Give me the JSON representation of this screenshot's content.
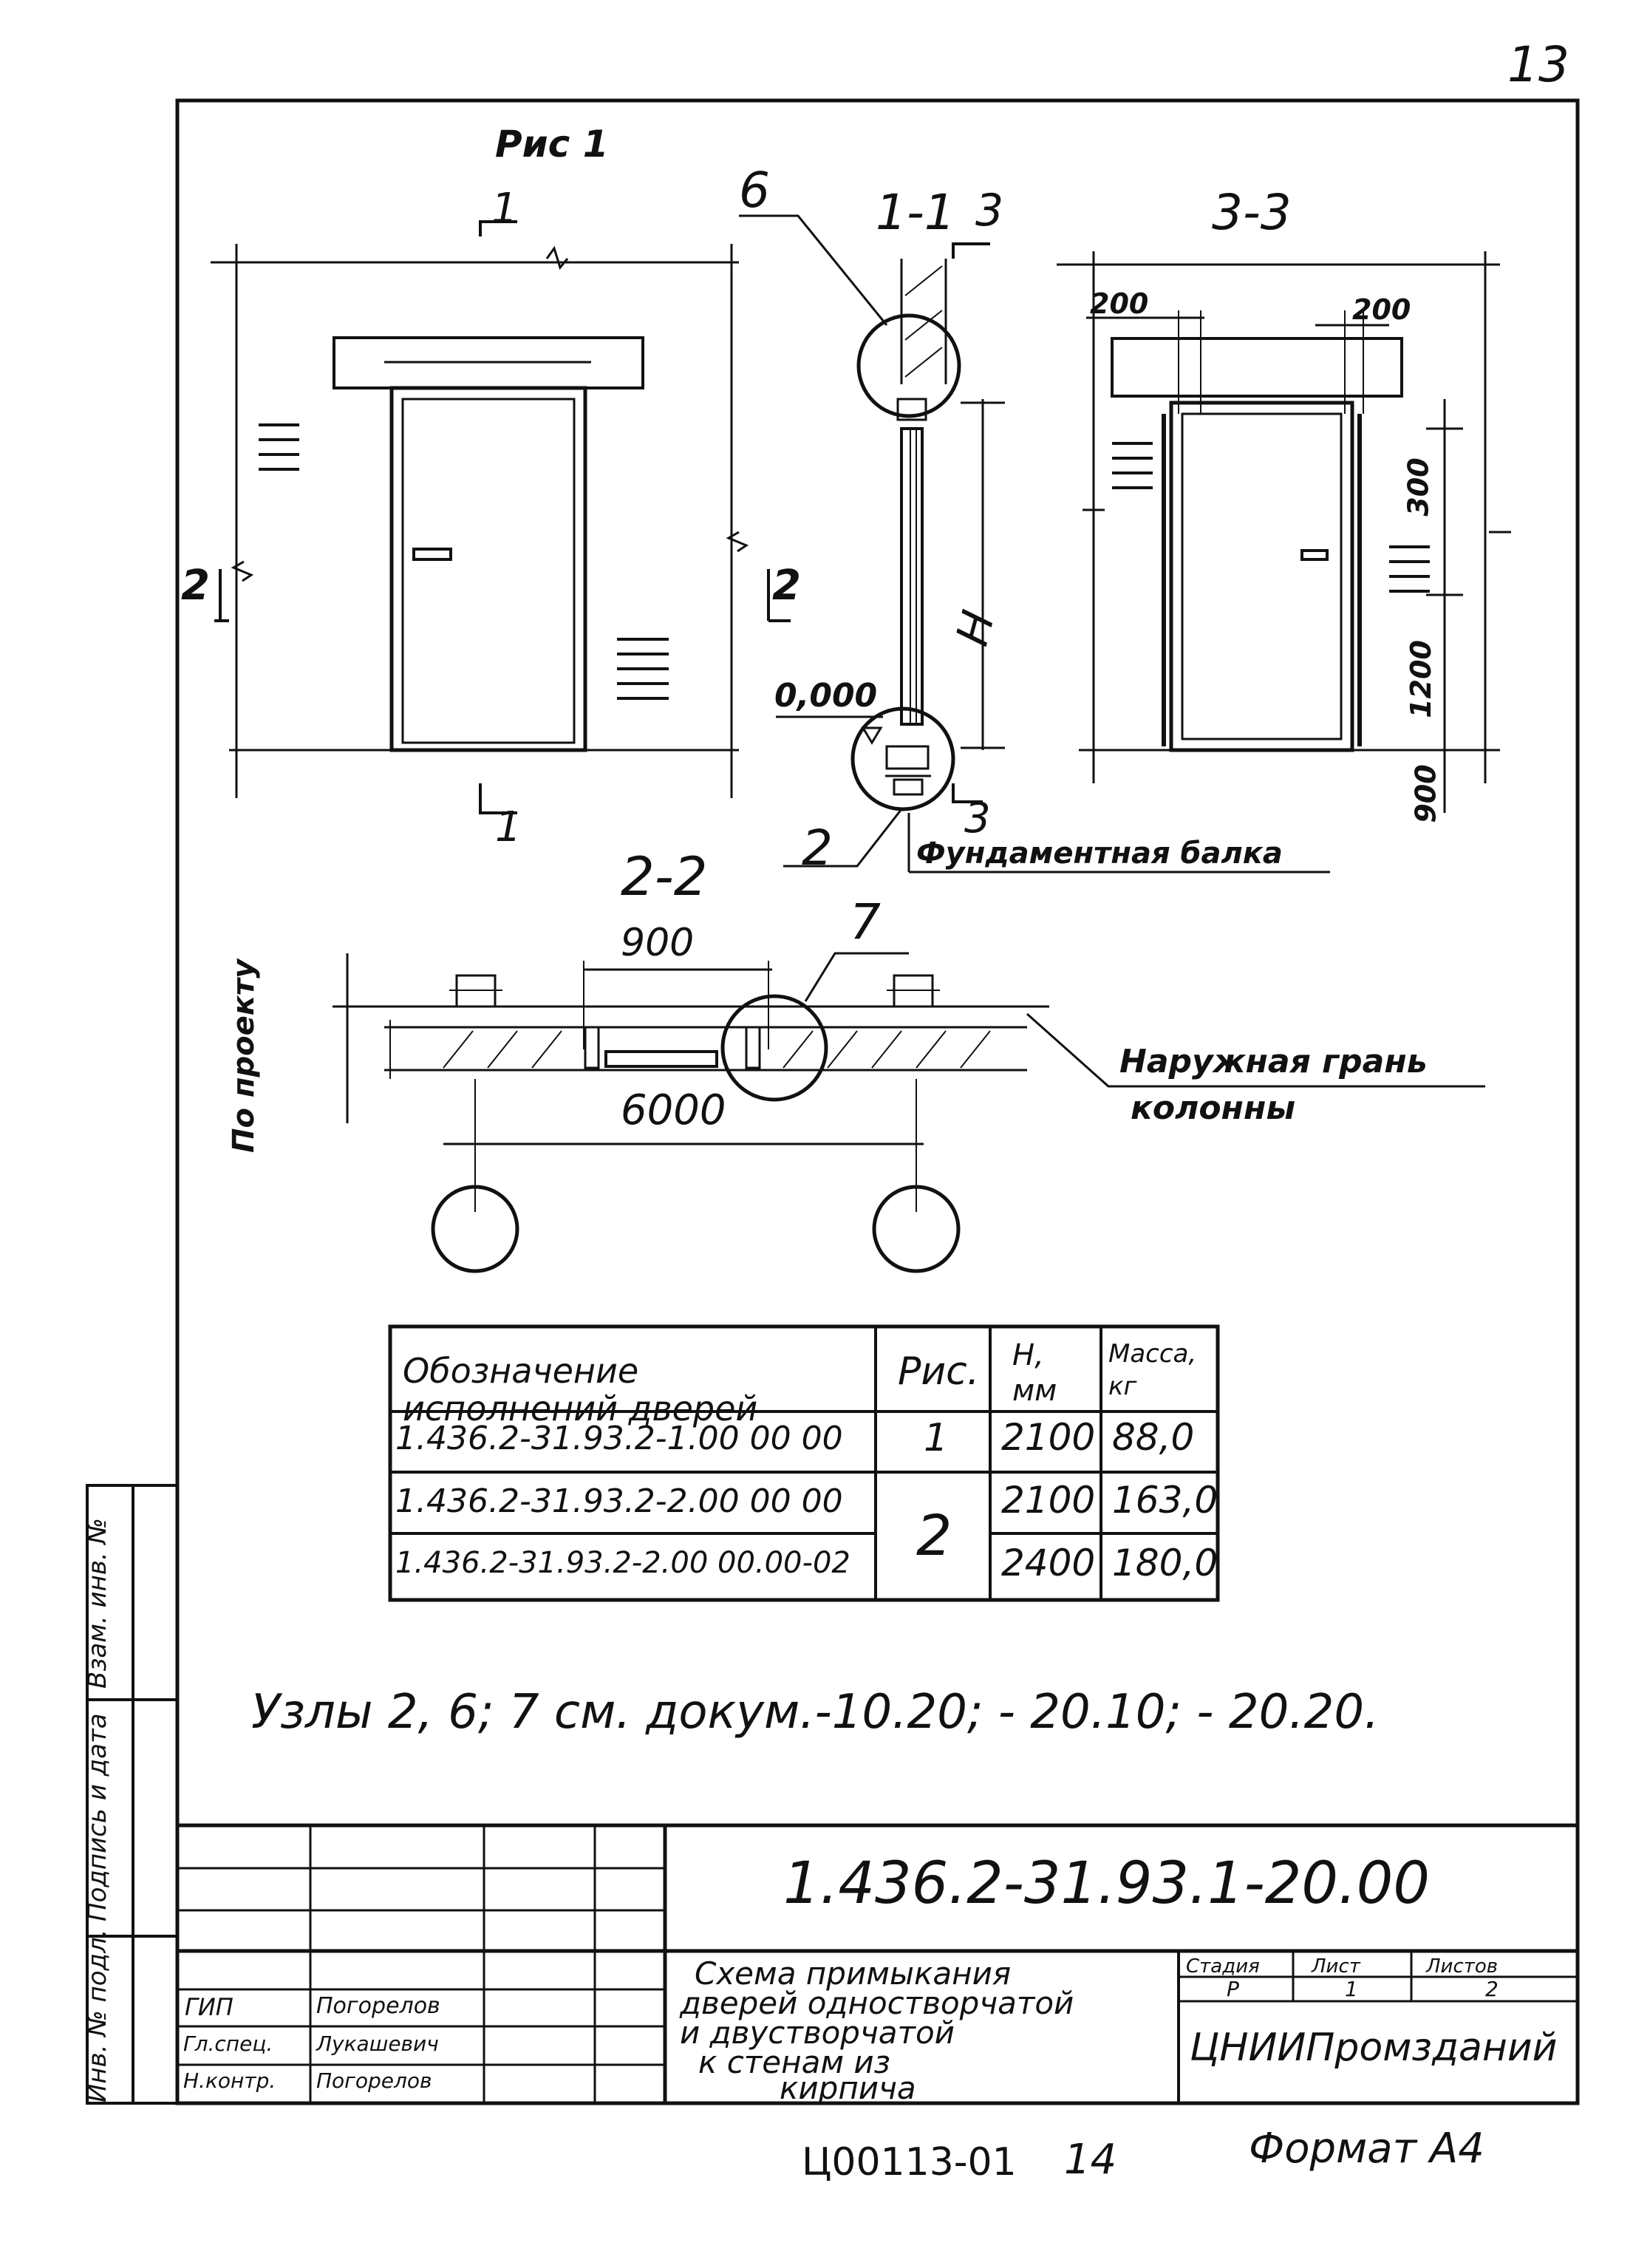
{
  "page_number": "13",
  "figure_label": "Рис 1",
  "sections": {
    "s11": "1-1",
    "s33": "3-3",
    "s22": "2-2",
    "mark1_top": "1",
    "mark1_bottom": "1",
    "mark2_left": "2",
    "mark2_right": "2",
    "mark3_top": "3",
    "mark3_bottom": "3"
  },
  "callouts": {
    "node6": "6",
    "node2": "2",
    "node7": "7"
  },
  "dimensions": {
    "level": "0,000",
    "height": "H",
    "d200_left": "200",
    "d200_right": "200",
    "d300": "300",
    "d1200": "1200",
    "d900_side": "900",
    "d900_plan": "900",
    "d6000": "6000"
  },
  "annotations": {
    "foundation_beam": "Фундаментная балка",
    "outer_face_line1": "Наружная грань",
    "outer_face_line2": "колонны",
    "by_project": "По проекту"
  },
  "table": {
    "headers": {
      "designation": "Обозначение исполнений дверей",
      "figure": "Рис.",
      "h_mm": "H, мм",
      "mass": "Масса, кг"
    },
    "rows": [
      {
        "designation": "1.436.2-31.93.2-1.00 00 00",
        "figure": "1",
        "h": "2100",
        "mass": "88,0"
      },
      {
        "designation": "1.436.2-31.93.2-2.00 00 00",
        "figure": "2",
        "h": "2100",
        "mass": "163,0"
      },
      {
        "designation": "1.436.2-31.93.2-2.00 00.00-02",
        "figure": "",
        "h": "2400",
        "mass": "180,0"
      }
    ]
  },
  "note": "Узлы 2, 6; 7 см. докум.-10.20; - 20.10; - 20.20.",
  "side_stamp": {
    "cell1": "Инв. № подл.",
    "cell2": "Подпись и дата",
    "cell3": "Взам. инв. №"
  },
  "title_block": {
    "doc_code": "1.436.2-31.93.1-20.00",
    "title_l1": "Схема примыкания",
    "title_l2": "дверей одностворчатой",
    "title_l3": "и двустворчатой",
    "title_l4": "к стенам из",
    "title_l5": "кирпича",
    "stage_label": "Стадия",
    "sheet_label": "Лист",
    "sheets_label": "Листов",
    "stage": "Р",
    "sheet": "1",
    "sheets": "2",
    "org": "ЦНИИПромзданий",
    "roles": [
      {
        "role": "ГИП",
        "name": "Погорелов"
      },
      {
        "role": "Гл.спец.",
        "name": "Лукашевич"
      },
      {
        "role": "Н.контр.",
        "name": "Погорелов"
      }
    ]
  },
  "footer": {
    "inventory": "Ц00113-01",
    "page": "14",
    "format": "Формат А4"
  }
}
